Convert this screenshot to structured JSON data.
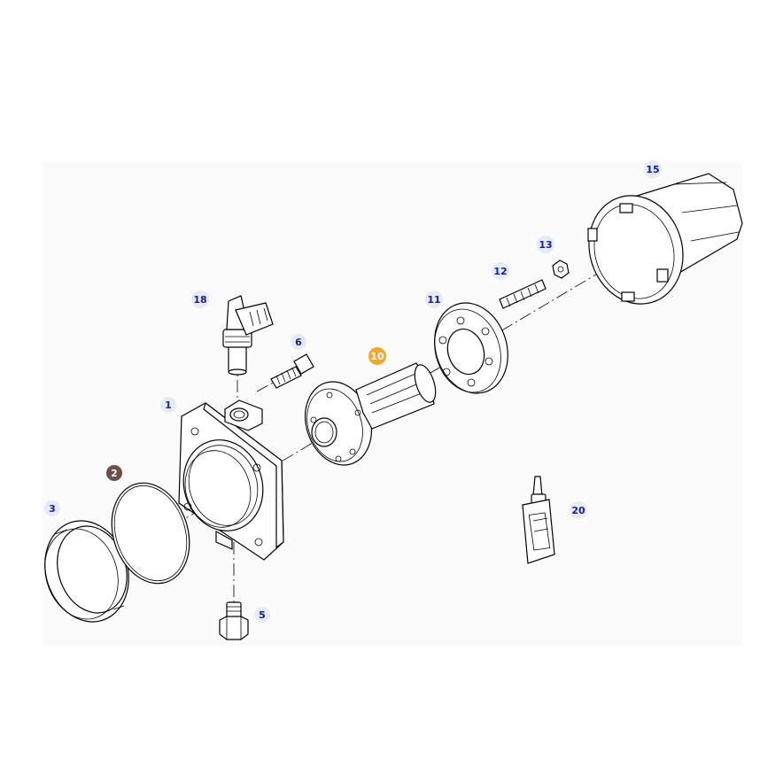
{
  "callouts": {
    "c1": "1",
    "c2": "2",
    "c3": "3",
    "c5": "5",
    "c6": "6",
    "c10": "10",
    "c11": "11",
    "c12": "12",
    "c13": "13",
    "c15": "15",
    "c18": "18",
    "c20": "20"
  },
  "colors": {
    "label_text": "#1a1aa8",
    "label_halo": "#e6ecf6",
    "highlight_2": "#6b4f4a",
    "highlight_10": "#f0a830",
    "line": "#000000"
  }
}
